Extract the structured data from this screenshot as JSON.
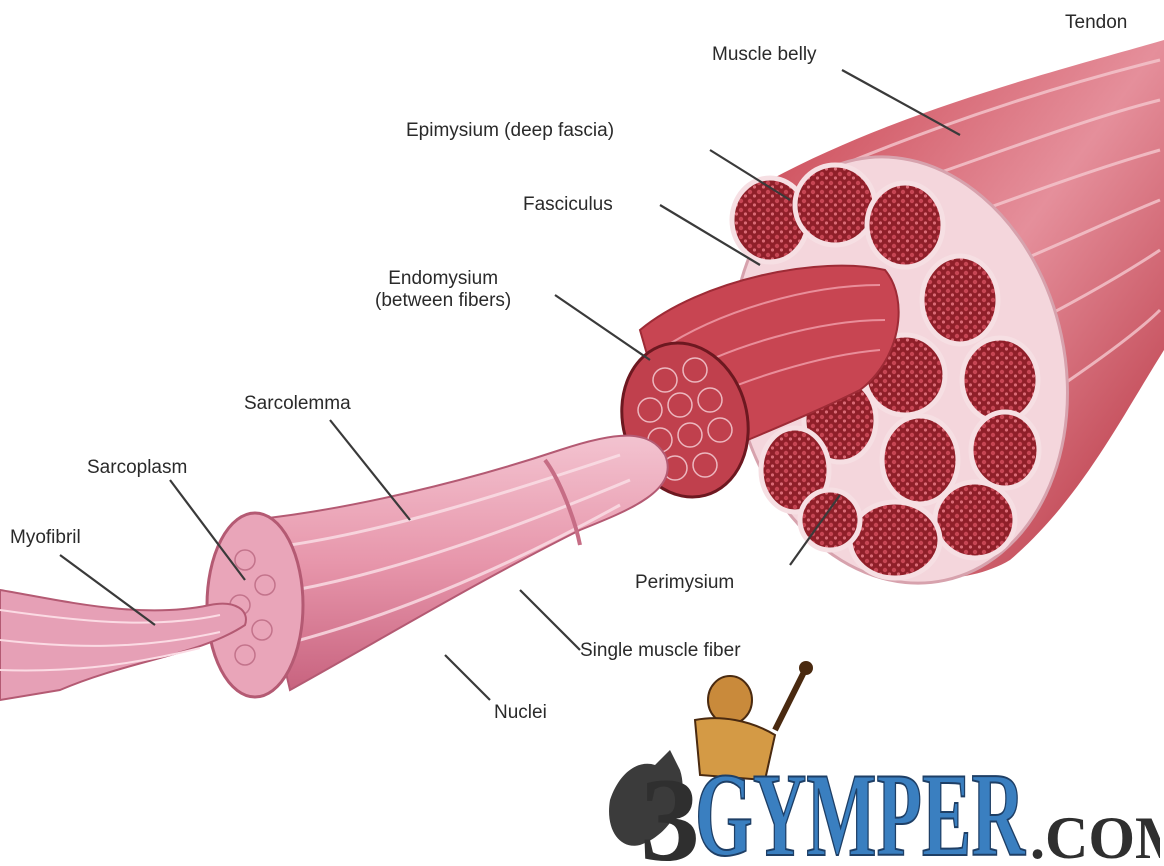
{
  "labels": {
    "tendon": "Tendon",
    "muscle_belly": "Muscle belly",
    "epimysium": "Epimysium (deep fascia)",
    "fasciculus": "Fasciculus",
    "endomysium_line1": "Endomysium",
    "endomysium_line2": "(between fibers)",
    "sarcolemma": "Sarcolemma",
    "sarcoplasm": "Sarcoplasm",
    "myofibril": "Myofibril",
    "perimysium": "Perimysium",
    "single_muscle_fiber": "Single muscle fiber",
    "nuclei": "Nuclei"
  },
  "watermark": {
    "text": "GYMPER",
    "suffix": ".COM",
    "prefix_digit": "3"
  },
  "colors": {
    "muscle_red": "#b8303c",
    "muscle_pink": "#e9a2ad",
    "fiber_pink": "#e8a0b4",
    "fascicle_dark": "#8e1e28",
    "sheath": "#f6dde2",
    "leader_line": "#3a3a3a",
    "watermark_blue": "#3a7fc0"
  }
}
